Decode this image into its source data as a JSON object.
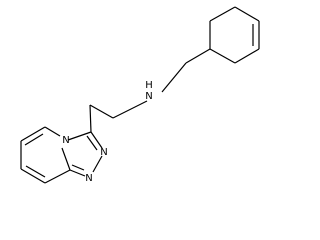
{
  "molecule": {
    "atom_labels": {
      "amine_n": "N",
      "amine_h": "H",
      "triazole_n1": "N",
      "triazole_n2": "N",
      "triazole_n4": "N"
    }
  }
}
